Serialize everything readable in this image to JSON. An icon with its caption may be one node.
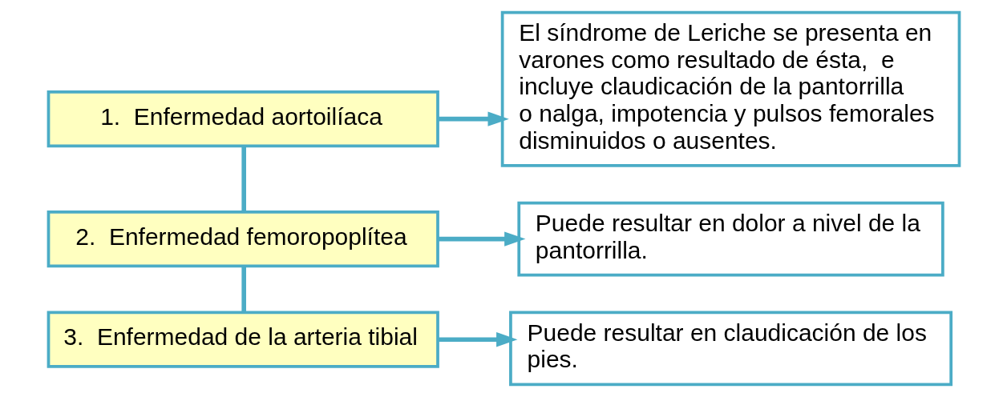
{
  "diagram": {
    "nodes": [
      {
        "text": [
          "1.  Enfermedad aortoilíaca"
        ]
      },
      {
        "text": [
          "El síndrome de Leriche se presenta en varones como resultado de ésta,  e incluye claudicación de la pantorrilla o nalga, impotencia y pulsos femorales disminuidos o ausentes."
        ]
      },
      {
        "text": [
          "2.  Enfermedad femoropoplítea"
        ]
      },
      {
        "text": [
          "Puede resultar en dolor a nivel de la pantorrilla."
        ]
      },
      {
        "text": [
          "3.  Enfermedad de la arteria tibial"
        ]
      },
      {
        "text": [
          "Puede resultar en claudicación de los pies."
        ]
      }
    ],
    "edges": [
      {
        "from": 0,
        "to": 1,
        "arrow": "to"
      },
      {
        "from": 0,
        "to": 2,
        "arrow": "none"
      },
      {
        "from": 2,
        "to": 3,
        "arrow": "to"
      },
      {
        "from": 2,
        "to": 4,
        "arrow": "none"
      },
      {
        "from": 4,
        "to": 5,
        "arrow": "to"
      }
    ]
  }
}
